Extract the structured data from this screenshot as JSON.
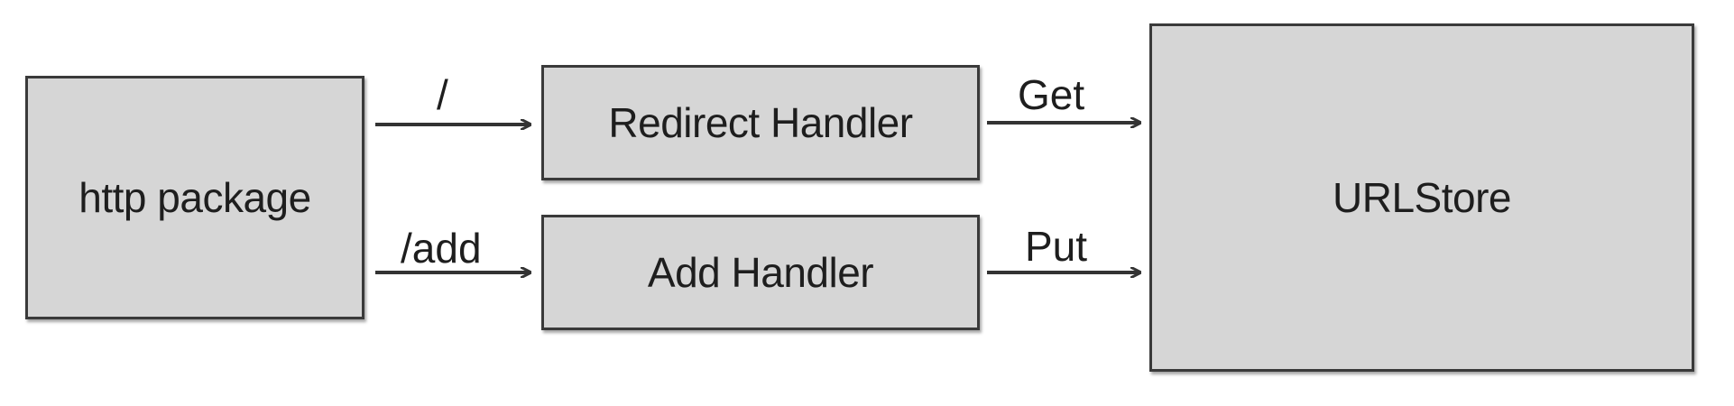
{
  "nodes": {
    "http_package": "http package",
    "redirect_handler": "Redirect Handler",
    "add_handler": "Add Handler",
    "url_store": "URLStore"
  },
  "edges": {
    "root_route": "/",
    "add_route": "/add",
    "get_call": "Get",
    "put_call": "Put"
  },
  "colors": {
    "box_fill": "#d6d6d6",
    "box_border": "#3a3a3a",
    "arrow": "#333333",
    "text": "#1e1e1e"
  }
}
